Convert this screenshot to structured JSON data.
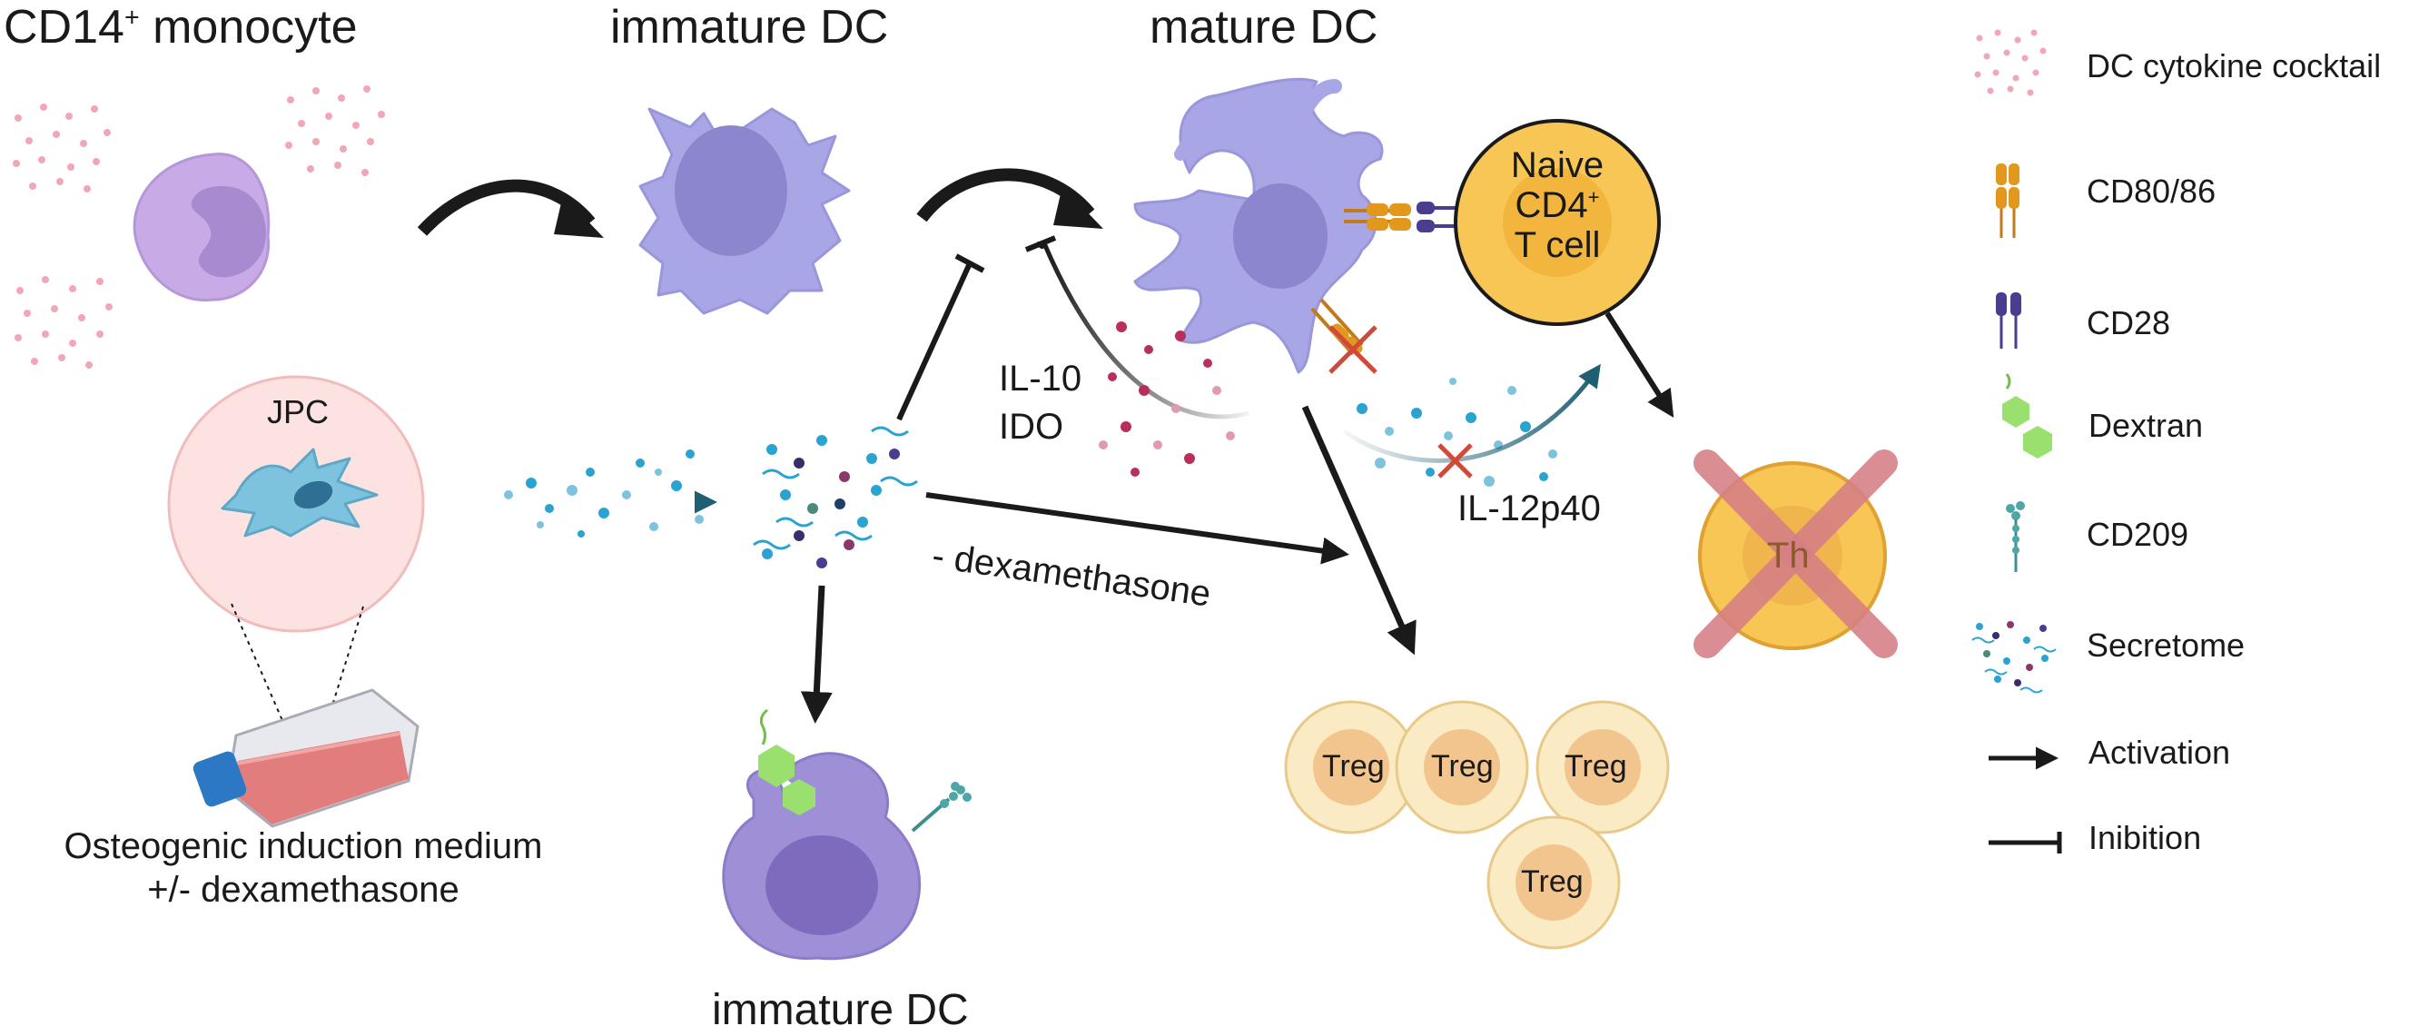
{
  "titles": {
    "monocyte": "CD14",
    "monocyte_sup": "+",
    "monocyte_rest": " monocyte",
    "immature_top": "immature DC",
    "mature": "mature DC",
    "immature_bottom": "immature DC"
  },
  "jpc": {
    "label": "JPC",
    "flask_line1": "Osteogenic induction medium",
    "flask_line2": "+/- dexamethasone"
  },
  "naive_cell": {
    "line1": "Naive",
    "line2": "CD4",
    "line2_sup": "+",
    "line3": "T cell"
  },
  "labels": {
    "il10": "IL-10",
    "ido": "IDO",
    "il12": "IL-12p40",
    "dexa": "- dexamethasone",
    "th": "Th"
  },
  "treg_cells": [
    "Treg",
    "Treg",
    "Treg",
    "Treg"
  ],
  "legend": {
    "cocktail": "DC cytokine cocktail",
    "cd80": "CD80/86",
    "cd28": "CD28",
    "dextran": "Dextran",
    "cd209": "CD209",
    "secretome": "Secretome",
    "activation": "Activation",
    "inhibition": "Inibition"
  },
  "colors": {
    "dc": "#a9a6e6",
    "dc_nucleus": "#8c86cf",
    "monocyte": "#c8abe6",
    "naive": "#f7c654",
    "treg_outer": "#faebc4",
    "treg_inner": "#f2c58e",
    "cross": "#d67f86",
    "cocktail_dot": "#f1a7b8",
    "secretome_blue": "#2aa3d1",
    "il10_dot": "#b8305a",
    "arrow_teal": "#1f5f74"
  }
}
